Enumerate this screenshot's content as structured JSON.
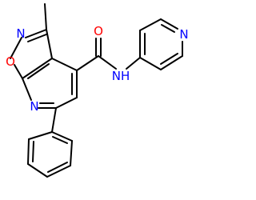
{
  "molecule": {
    "atoms": {
      "n_isoxazole": {
        "label": "N",
        "color": "#0000ff"
      },
      "o_isoxazole": {
        "label": "O",
        "color": "#ff0000"
      },
      "n_pyridine_fused": {
        "label": "N",
        "color": "#0000ff"
      },
      "o_carbonyl": {
        "label": "O",
        "color": "#ff0000"
      },
      "nh_amide": {
        "label": "NH",
        "color": "#0000ff"
      },
      "n_pyridyl": {
        "label": "N",
        "color": "#0000ff"
      }
    },
    "bond_color": "#000000"
  }
}
